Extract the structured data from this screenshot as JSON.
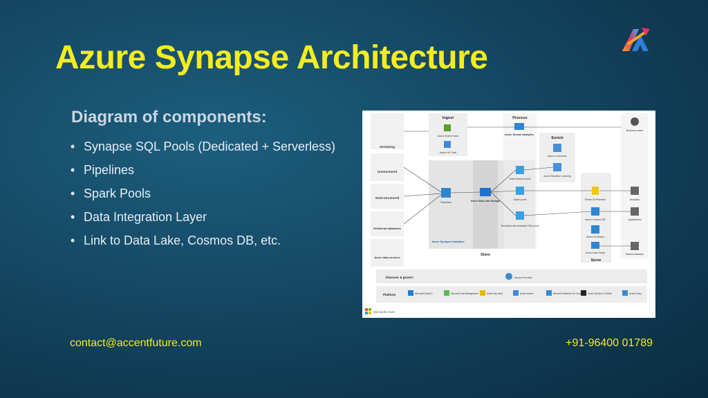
{
  "title": "Azure Synapse Architecture",
  "subtitle": "Diagram of components:",
  "bullets": [
    "Synapse SQL Pools (Dedicated + Serverless)",
    "Pipelines",
    "Spark Pools",
    "Data Integration Layer",
    "Link to Data Lake, Cosmos DB, etc."
  ],
  "footer": {
    "email": "contact@accentfuture.com",
    "phone": "+91-96400 01789"
  },
  "colors": {
    "title": "#f5ec1f",
    "background": "#164c68"
  },
  "diagram": {
    "sections": {
      "ingest": "Ingest",
      "process": "Process",
      "enrich": "Enrich",
      "store": "Store",
      "serve": "Serve"
    },
    "sources": {
      "streaming": "Streaming",
      "unstructured": "Unstructured",
      "semi_structured": "Semi-structured",
      "relational": "Relational databases",
      "azure_data_services": "Azure data services"
    },
    "nodes": {
      "event_hubs": "Azure Event Hubs",
      "iot_hub": "Azure IoT Hub",
      "stream_analytics": "Azure Stream Analytics",
      "ai_services": "Azure AI services",
      "machine_learning": "Azure Machine Learning",
      "data_explorer": "Data Explorer pools",
      "pipelines": "Pipelines",
      "data_lake": "Azure Data Lake Storage",
      "spark_pools": "Spark pools",
      "sql_pools": "Serverless and dedicated SQL pools",
      "synapse_analytics": "Azure Synapse Analytics",
      "power_bi": "Power BI Premium",
      "cosmos_db": "Azure Cosmos DB",
      "ai_search": "Azure AI Search",
      "data_share": "Azure Data Share",
      "business_users": "Business users",
      "analytics": "Analytics",
      "applications": "Applications",
      "shared_datasets": "Shared datasets"
    },
    "bars": {
      "discover": "Discover & govern",
      "purview": "Azure Purview",
      "platform": "Platform"
    },
    "platform_items": [
      "Microsoft Entra ID",
      "Microsoft Cost Management",
      "Azure Key Vault",
      "Azure Monitor",
      "Microsoft Defender for Cloud",
      "Azure DevOps & GitHub",
      "Azure Policy"
    ],
    "brand": "Microsoft Azure"
  }
}
